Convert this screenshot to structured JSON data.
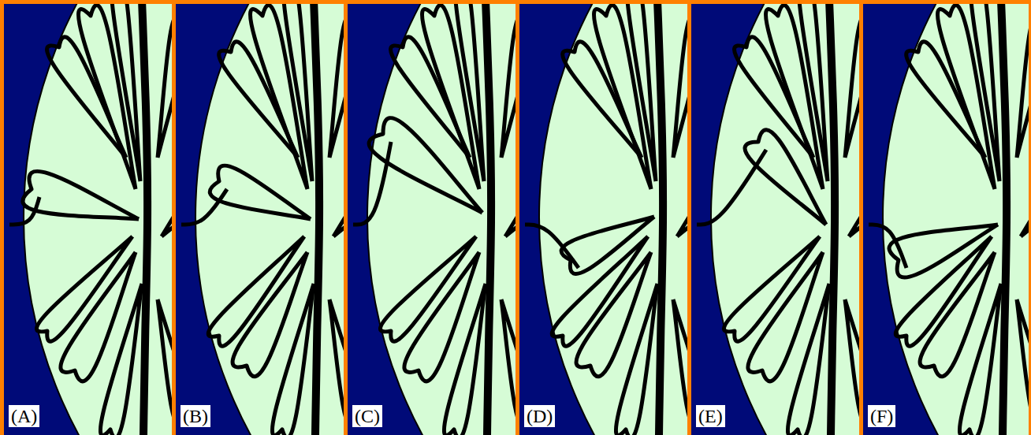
{
  "diagram": {
    "labels": [
      "(A)",
      "(B)",
      "(C)",
      "(D)",
      "(E)",
      "(F)"
    ]
  }
}
